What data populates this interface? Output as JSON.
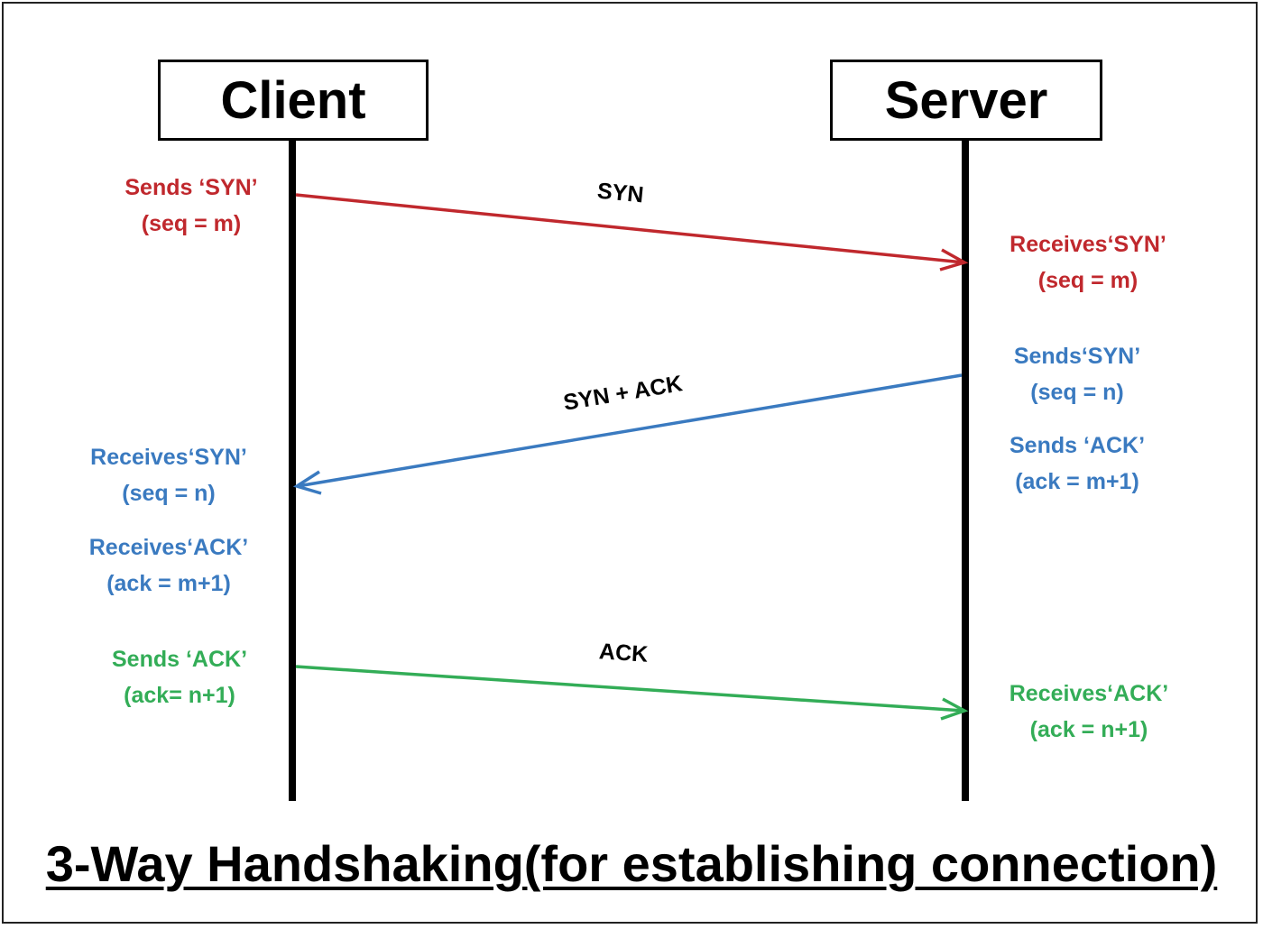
{
  "title": "3-Way Handshaking(for establishing connection)",
  "participants": {
    "client": "Client",
    "server": "Server"
  },
  "colors": {
    "syn": "#c0282d",
    "synack": "#3a7ac0",
    "ack": "#33ad57",
    "line": "#000000"
  },
  "messages": {
    "syn": "SYN",
    "synack": "SYN + ACK",
    "ack": "ACK"
  },
  "notes": {
    "client_sends_syn": [
      "Sends ‘SYN’",
      "(seq = m)"
    ],
    "server_receives_syn": [
      "Receives‘SYN’",
      "(seq = m)"
    ],
    "server_sends_syn": [
      "Sends‘SYN’",
      "(seq = n)"
    ],
    "server_sends_ack": [
      "Sends ‘ACK’",
      "(ack = m+1)"
    ],
    "client_receives_syn": [
      "Receives‘SYN’",
      "(seq = n)"
    ],
    "client_receives_ack": [
      "Receives‘ACK’",
      "(ack = m+1)"
    ],
    "client_sends_ack": [
      "Sends ‘ACK’",
      "(ack= n+1)"
    ],
    "server_receives_ack": [
      "Receives‘ACK’",
      "(ack = n+1)"
    ]
  }
}
